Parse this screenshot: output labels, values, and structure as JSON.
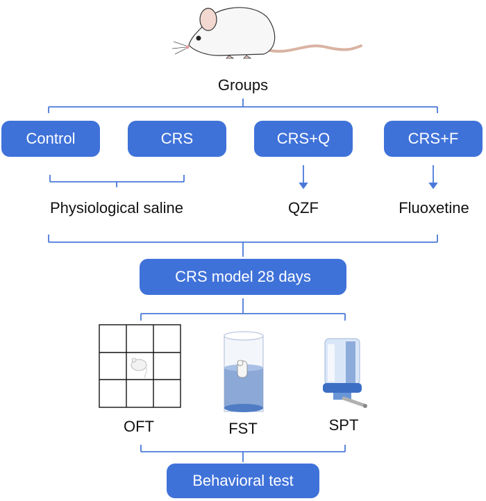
{
  "title": "Groups",
  "groups": [
    {
      "label": "Control"
    },
    {
      "label": "CRS"
    },
    {
      "label": "CRS+Q"
    },
    {
      "label": "CRS+F"
    }
  ],
  "treatments": {
    "saline": "Physiological saline",
    "qzf": "QZF",
    "fluoxetine": "Fluoxetine"
  },
  "model_box": "CRS model 28 days",
  "tests": [
    {
      "label": "OFT",
      "icon": "open-field-grid-icon"
    },
    {
      "label": "FST",
      "icon": "forced-swim-cylinder-icon"
    },
    {
      "label": "SPT",
      "icon": "water-bottle-icon"
    }
  ],
  "final_box": "Behavioral test",
  "colors": {
    "box": "#3f72d9",
    "line": "#4a78d8",
    "text": "#111111"
  }
}
